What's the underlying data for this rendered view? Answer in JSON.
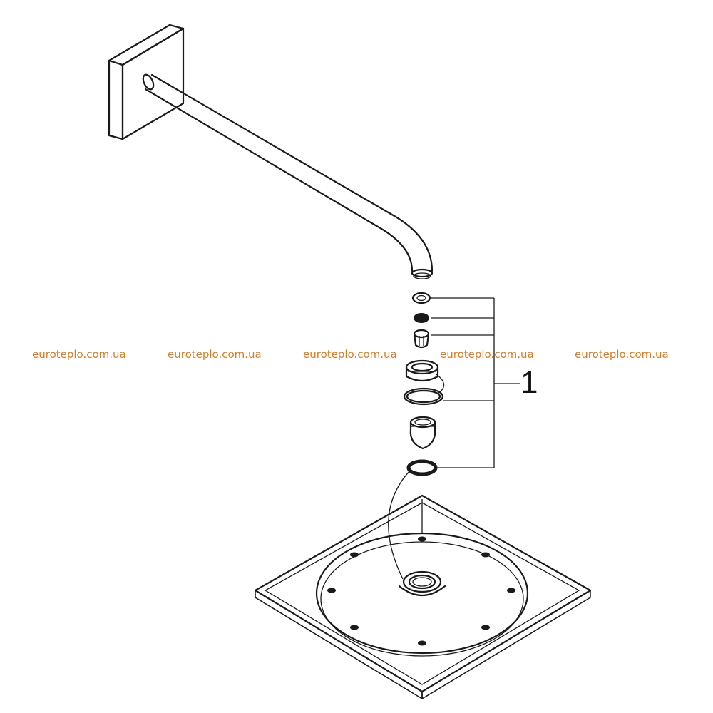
{
  "diagram": {
    "callout_label": "1",
    "watermark": {
      "text": "euroteplo.com.ua",
      "color": "#e07a1f",
      "repeat": 5
    }
  }
}
